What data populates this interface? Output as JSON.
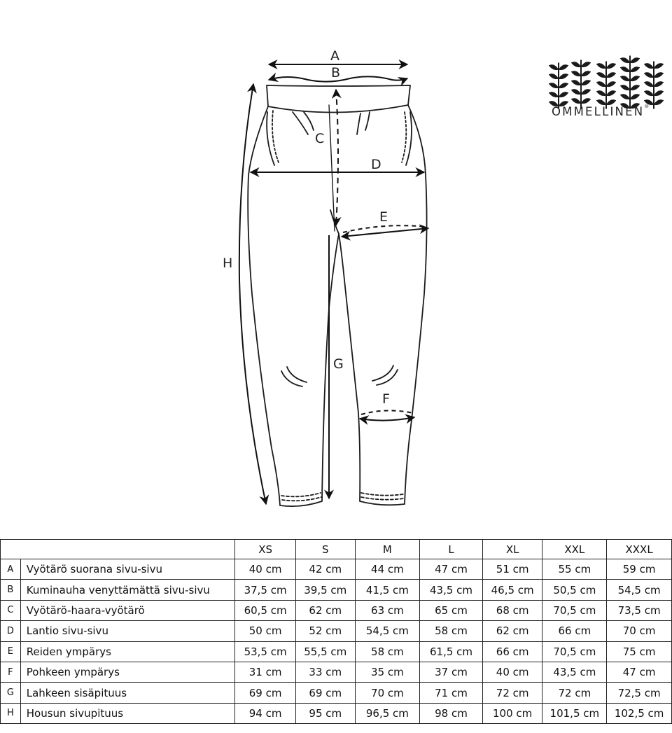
{
  "brand": {
    "name": "OMMELLINEN",
    "mark": "®"
  },
  "diagram_labels": {
    "a": "A",
    "b": "B",
    "c": "C",
    "d": "D",
    "e": "E",
    "f": "F",
    "g": "G",
    "h": "H"
  },
  "table": {
    "sizes": [
      "XS",
      "S",
      "M",
      "L",
      "XL",
      "XXL",
      "XXXL"
    ],
    "rows": [
      {
        "key": "A",
        "label": "Vyötärö suorana sivu-sivu",
        "values": [
          "40 cm",
          "42 cm",
          "44 cm",
          "47 cm",
          "51 cm",
          "55 cm",
          "59 cm"
        ]
      },
      {
        "key": "B",
        "label": "Kuminauha venyttämättä sivu-sivu",
        "values": [
          "37,5 cm",
          "39,5 cm",
          "41,5 cm",
          "43,5 cm",
          "46,5 cm",
          "50,5 cm",
          "54,5 cm"
        ]
      },
      {
        "key": "C",
        "label": "Vyötärö-haara-vyötärö",
        "values": [
          "60,5 cm",
          "62 cm",
          "63 cm",
          "65 cm",
          "68 cm",
          "70,5 cm",
          "73,5 cm"
        ]
      },
      {
        "key": "D",
        "label": "Lantio sivu-sivu",
        "values": [
          "50 cm",
          "52 cm",
          "54,5 cm",
          "58 cm",
          "62 cm",
          "66 cm",
          "70 cm"
        ]
      },
      {
        "key": "E",
        "label": "Reiden ympärys",
        "values": [
          "53,5 cm",
          "55,5 cm",
          "58 cm",
          "61,5 cm",
          "66 cm",
          "70,5 cm",
          "75 cm"
        ]
      },
      {
        "key": "F",
        "label": "Pohkeen ympärys",
        "values": [
          "31 cm",
          "33 cm",
          "35 cm",
          "37 cm",
          "40 cm",
          "43,5 cm",
          "47 cm"
        ]
      },
      {
        "key": "G",
        "label": "Lahkeen sisäpituus",
        "values": [
          "69 cm",
          "69 cm",
          "70 cm",
          "71 cm",
          "72 cm",
          "72 cm",
          "72,5 cm"
        ]
      },
      {
        "key": "H",
        "label": "Housun sivupituus",
        "values": [
          "94 cm",
          "95 cm",
          "96,5 cm",
          "98 cm",
          "100 cm",
          "101,5 cm",
          "102,5 cm"
        ]
      }
    ]
  }
}
